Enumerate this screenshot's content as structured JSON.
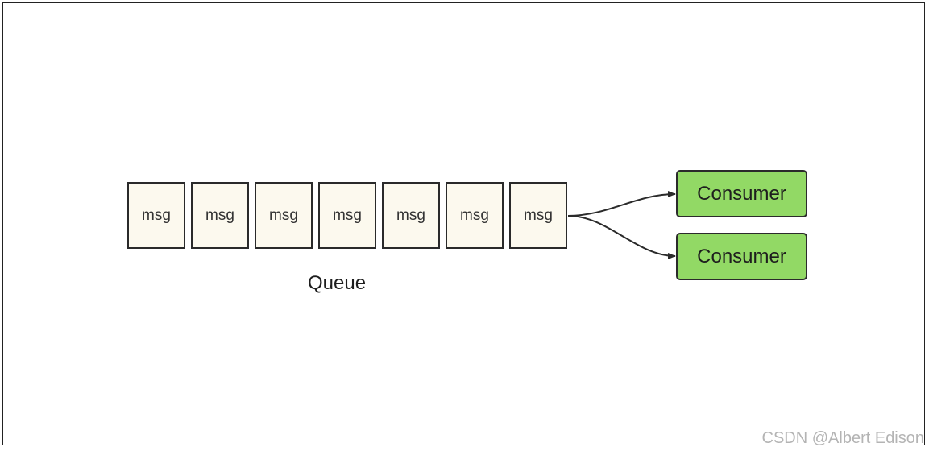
{
  "queue": {
    "label": "Queue",
    "messages": [
      "msg",
      "msg",
      "msg",
      "msg",
      "msg",
      "msg",
      "msg"
    ]
  },
  "consumers": [
    "Consumer",
    "Consumer"
  ],
  "watermark": "CSDN @Albert Edison",
  "colors": {
    "message_fill": "#fcf9ee",
    "consumer_fill": "#92d965",
    "stroke": "#2b2b2b"
  }
}
